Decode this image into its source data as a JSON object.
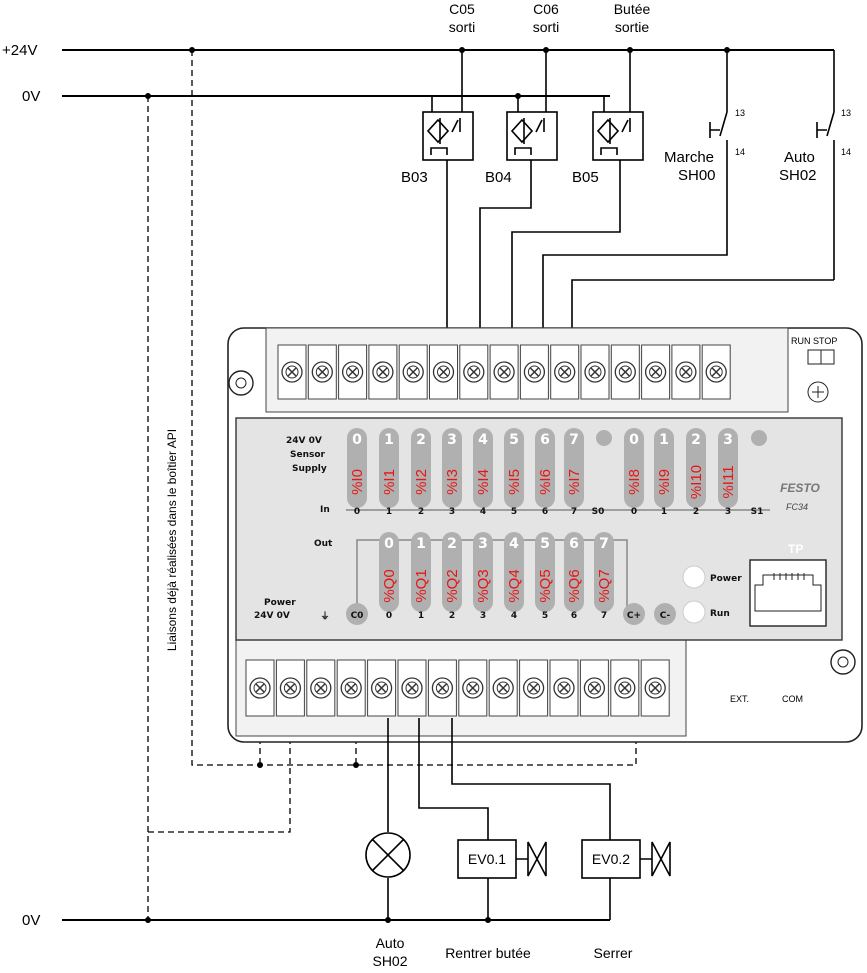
{
  "rails": {
    "plus24": "+24V",
    "zero_top": "0V",
    "zero_bottom": "0V"
  },
  "top_labels": [
    {
      "l1": "C05",
      "l2": "sorti"
    },
    {
      "l1": "C06",
      "l2": "sorti"
    },
    {
      "l1": "Butée",
      "l2": "sortie"
    }
  ],
  "sensors": [
    "B03",
    "B04",
    "B05"
  ],
  "buttons": [
    {
      "name": "Marche",
      "id": "SH00",
      "c1": "13",
      "c2": "14"
    },
    {
      "name": "Auto",
      "id": "SH02",
      "c1": "13",
      "c2": "14"
    }
  ],
  "side_text": "Liaisons déjà réalisées dans le boîtier API",
  "plc": {
    "runstop": "RUN STOP",
    "sensor_supply": [
      "24V  0V",
      "Sensor",
      "Supply"
    ],
    "in_label": "In",
    "out_label": "Out",
    "power_label": [
      "Power",
      "24V   0V"
    ],
    "brand": "FESTO",
    "model": "FC34",
    "tp": "TP",
    "power_led": "Power",
    "run_led": "Run",
    "ext": "EXT.",
    "com": "COM",
    "s0": "S0",
    "s1": "S1",
    "c0": "C0",
    "cplus": "C+",
    "cminus": "C-",
    "inputs_group1": {
      "digits": [
        "0",
        "1",
        "2",
        "3",
        "4",
        "5",
        "6",
        "7"
      ],
      "addr": [
        "%I0",
        "%I1",
        "%I2",
        "%I3",
        "%I4",
        "%I5",
        "%I6",
        "%I7"
      ]
    },
    "inputs_group2": {
      "digits": [
        "0",
        "1",
        "2",
        "3"
      ],
      "addr": [
        "%I8",
        "%I9",
        "%I10",
        "%I11"
      ]
    },
    "outputs": {
      "digits": [
        "0",
        "1",
        "2",
        "3",
        "4",
        "5",
        "6",
        "7"
      ],
      "addr": [
        "%Q0",
        "%Q1",
        "%Q2",
        "%Q3",
        "%Q4",
        "%Q5",
        "%Q6",
        "%Q7"
      ]
    }
  },
  "loads": {
    "ev1": "EV0.1",
    "ev2": "EV0.2"
  },
  "bottom_labels": [
    {
      "l1": "Auto",
      "l2": "SH02"
    },
    {
      "l1": "Rentrer butée"
    },
    {
      "l1": "Serrer"
    }
  ],
  "colors": {
    "address_red": "#e81515",
    "led_grey": "#b0b0b0",
    "panel": "#e4e4e4"
  }
}
